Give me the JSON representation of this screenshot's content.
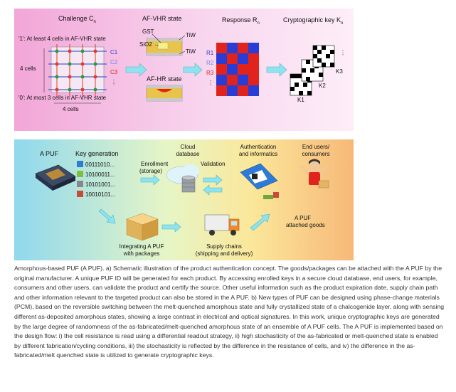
{
  "panel_a": {
    "challenge": "Challenge C",
    "challenge_sub": "n",
    "one_rule": "'1': At least 4 cells in AF-VHR state",
    "zero_rule": "'0': At most 3 cells in AF-VHR state",
    "cells_side": "4 cells",
    "cells_bottom": "4 cells",
    "c_labels": [
      "C1",
      "C2",
      "C3"
    ],
    "dots": "⋮",
    "af_vhr": "AF-VHR state",
    "af_hr": "AF-HR state",
    "gst": "GST",
    "sio2": "SiO2",
    "tiw_top": "TiW",
    "tiw_bottom": "TiW",
    "response": "Response R",
    "response_sub": "n",
    "r_labels": [
      "R1",
      "R2",
      "R3"
    ],
    "crypto": "Cryptographic key K",
    "crypto_sub": "n",
    "k_labels": [
      "K1",
      "K2",
      "K3"
    ]
  },
  "panel_b": {
    "apuf": "A PUF",
    "keygen": "Key generation",
    "keys": [
      "00111010...",
      "10100011...",
      "10101001...",
      "10010101..."
    ],
    "enrollment": "Enrollment",
    "storage": "(storage)",
    "cloud1": "Cloud",
    "cloud2": "database",
    "validation": "Validation",
    "auth1": "Authentication",
    "auth2": "and informatics",
    "end1": "End users/",
    "end2": "consumers",
    "attached1": "A PUF",
    "attached2": "attached goods",
    "integrating1": "Integrating A PUF",
    "integrating2": "with packages",
    "supply1": "Supply chains",
    "supply2": "(shipping and delivery)"
  },
  "caption": "Amorphous-based PUF (A PUF). a) Schematic illustration of the product authentication concept. The goods/packages can be attached with the A PUF by the original manufacturer. A unique PUF ID will be generated for each product. By accessing enrolled keys in a secure cloud database, end users, for example, consumers and other users, can validate the product and certify the source. Other useful information such as the product expiration date, supply chain path and other information relevant to the targeted product can also be stored in the A PUF. b) New types of PUF can be designed using phase-change materials (PCM), based on the reversible switching between the melt-quenched amorphous state and fully crystallized state of a chalcogenide layer, along with sensing different as-deposited amorphous states, showing a large contrast in electrical and optical signatures. In this work, unique cryptographic keys are generated by the large degree of randomness of the as-fabricated/melt-quenched amorphous state of an ensemble of A PUF cells. The A PUF is implemented based on the design flow: i) the cell resistance is read using a differential readout strategy, ii) high stochasticity of the as-fabricated or melt-quenched state is enabled by different fabrication/cycling conditions, iii) the stochasticity is reflected by the difference in the resistance of cells, and iv) the difference in the as-fabricated/melt quenched state is utilized to generate cryptographic keys.",
  "colors": {
    "c1": "#2a3cd6",
    "c2": "#6f86e8",
    "c3": "#e0231c",
    "grid_red": "#e23a2c",
    "grid_green": "#2a9a3a",
    "grid_blue": "#1e3fd6",
    "arrow": "#8fe3ee"
  }
}
